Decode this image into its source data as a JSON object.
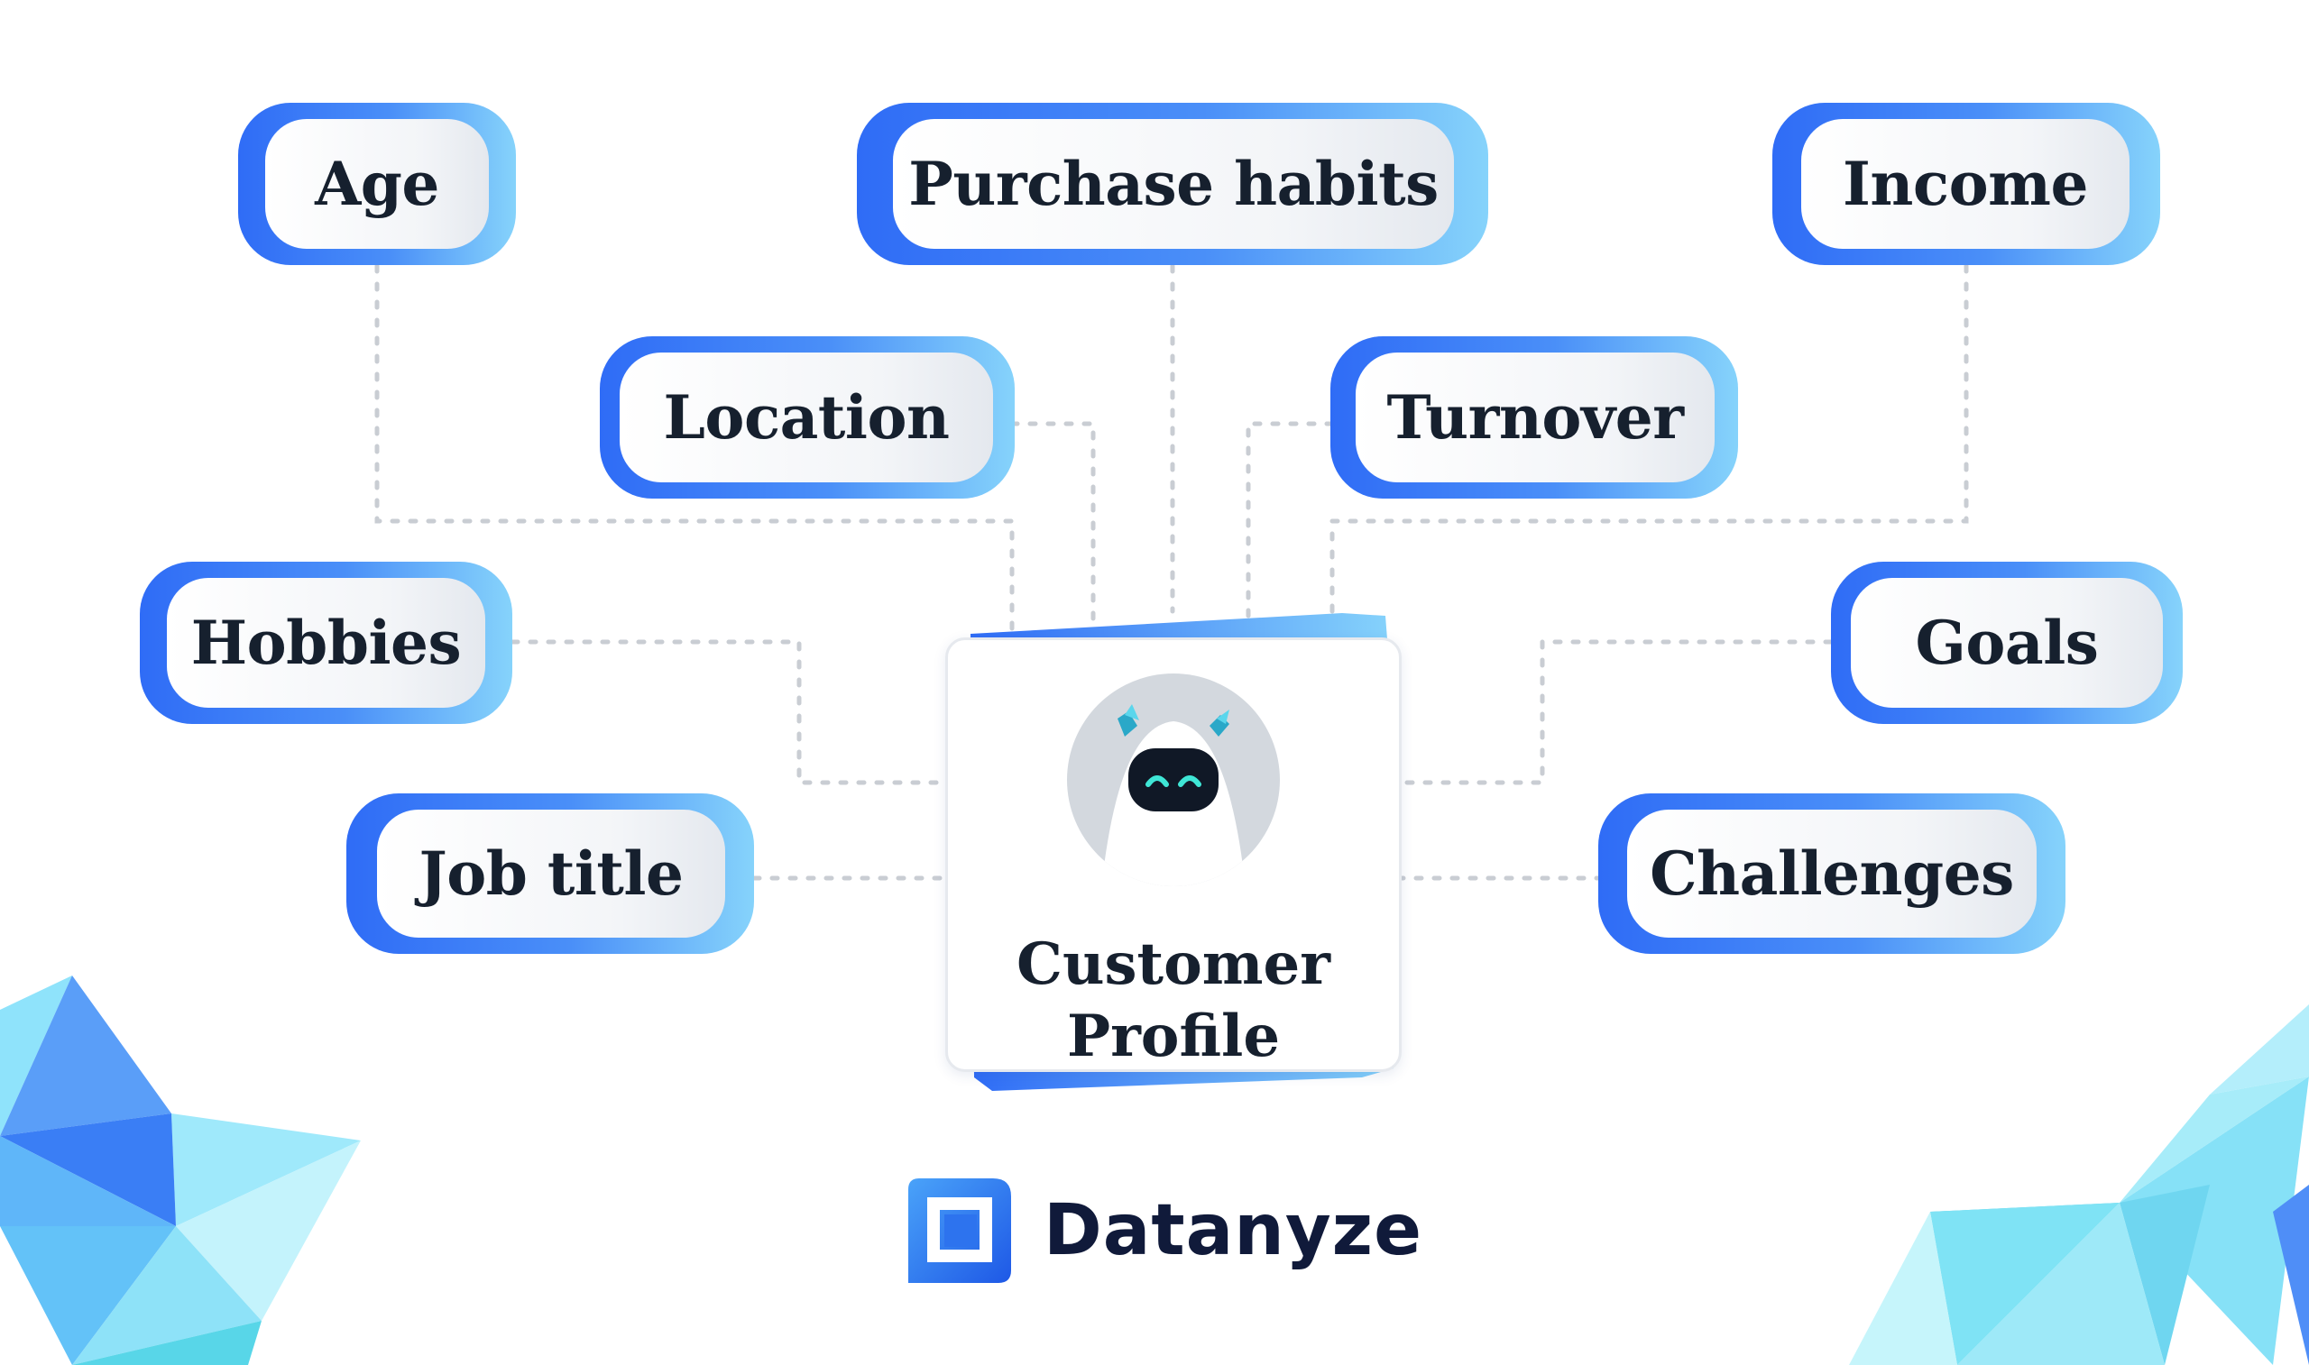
{
  "diagram": {
    "center": {
      "line1": "Customer",
      "line2": "Profile"
    },
    "nodes": {
      "age": "Age",
      "purchase_habits": "Purchase habits",
      "income": "Income",
      "location": "Location",
      "turnover": "Turnover",
      "hobbies": "Hobbies",
      "goals": "Goals",
      "job_title": "Job title",
      "challenges": "Challenges"
    }
  },
  "brand": {
    "name": "Datanyze"
  },
  "colors": {
    "accent_blue": "#2f6cf6",
    "accent_light": "#86d3fb",
    "text_dark": "#16202e",
    "connector": "#c9cdd3"
  }
}
